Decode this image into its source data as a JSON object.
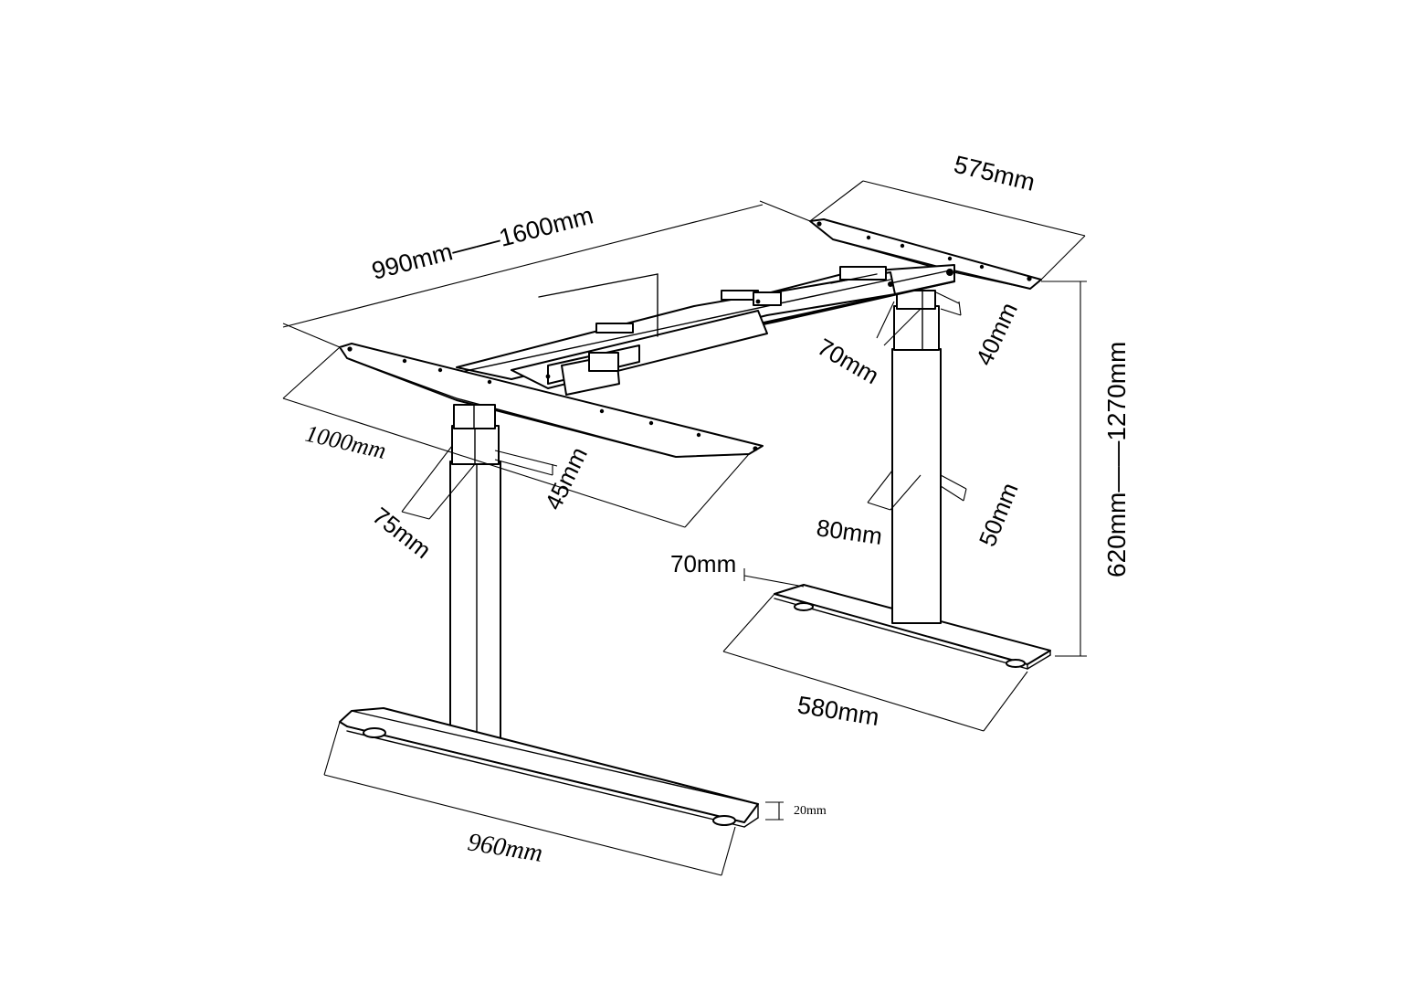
{
  "figure": {
    "labels": {
      "top_length": "990mm——1600mm",
      "top_depth": "575mm",
      "bracket_length": "1000mm",
      "beam_height": "45mm",
      "column_upper_depth": "75mm",
      "column_upper_width": "70mm",
      "column_upper_thickness": "40mm",
      "height_range": "620mm——1270mm",
      "column_lower_depth": "80mm",
      "column_lower_width": "50mm",
      "foot_width": "70mm",
      "foot_depth_right": "580mm",
      "foot_length_left": "960mm",
      "foot_height": "20mm"
    }
  }
}
